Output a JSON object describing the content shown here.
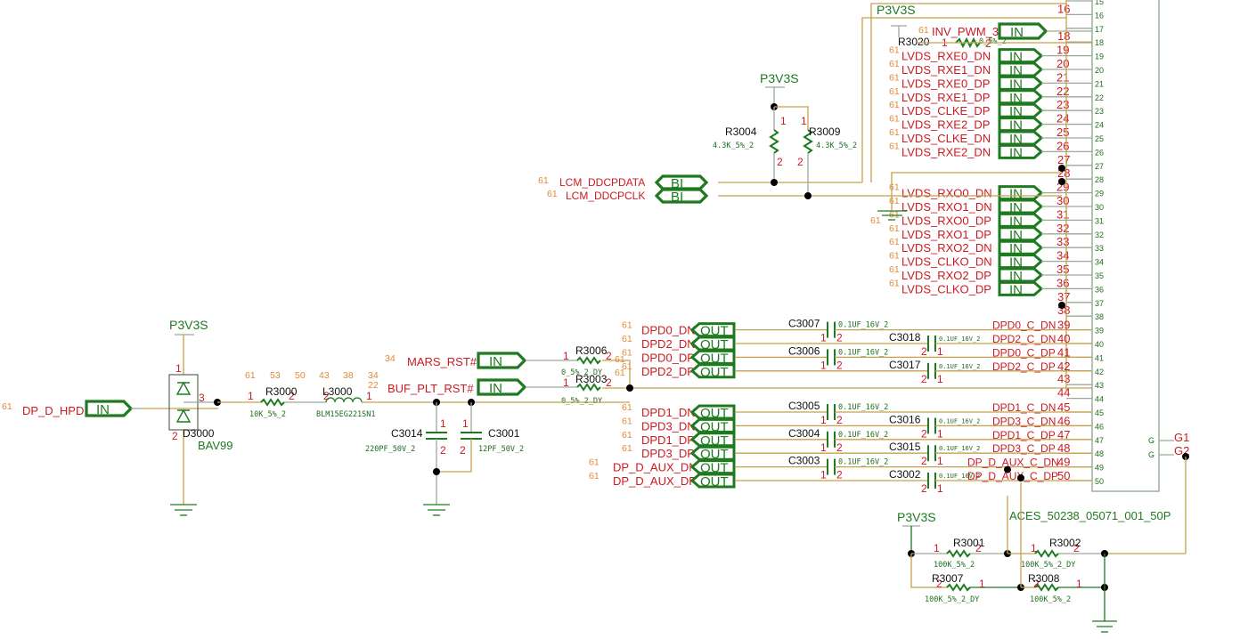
{
  "schematic": {
    "power_net": "P3V3S",
    "connector": {
      "ref": "ACES_50238_05071_001_50P",
      "pins_visible": [
        "15",
        "16",
        "17",
        "18",
        "19",
        "20",
        "21",
        "22",
        "23",
        "24",
        "25",
        "26",
        "27",
        "28",
        "29",
        "30",
        "31",
        "32",
        "33",
        "34",
        "35",
        "36",
        "37",
        "38",
        "39",
        "40",
        "41",
        "42",
        "43",
        "44",
        "45",
        "46",
        "47",
        "48",
        "49",
        "50"
      ],
      "ground_pins": [
        {
          "label": "G",
          "net": "G1"
        },
        {
          "label": "G",
          "net": "G2"
        }
      ]
    },
    "inv_pwm": {
      "sheet": "61",
      "net": "INV_PWM_3",
      "port": "IN",
      "pin": "17"
    },
    "r3020": {
      "ref": "R3020",
      "value": "0_5%_2",
      "pin1": "1",
      "pin2": "2"
    },
    "lvds_e": [
      {
        "sheet": "61",
        "net": "LVDS_RXE0_DN",
        "port": "IN",
        "pin": "19"
      },
      {
        "sheet": "61",
        "net": "LVDS_RXE1_DN",
        "port": "IN",
        "pin": "20"
      },
      {
        "sheet": "61",
        "net": "LVDS_RXE0_DP",
        "port": "IN",
        "pin": "21"
      },
      {
        "sheet": "61",
        "net": "LVDS_RXE1_DP",
        "port": "IN",
        "pin": "22"
      },
      {
        "sheet": "61",
        "net": "LVDS_CLKE_DP",
        "port": "IN",
        "pin": "23"
      },
      {
        "sheet": "61",
        "net": "LVDS_RXE2_DP",
        "port": "IN",
        "pin": "24"
      },
      {
        "sheet": "61",
        "net": "LVDS_CLKE_DN",
        "port": "IN",
        "pin": "25"
      },
      {
        "sheet": "61",
        "net": "LVDS_RXE2_DN",
        "port": "IN",
        "pin": "26"
      }
    ],
    "lvds_o": [
      {
        "sheet": "61",
        "net": "LVDS_RXO0_DN",
        "port": "IN",
        "pin": "29"
      },
      {
        "sheet": "61",
        "net": "LVDS_RXO1_DN",
        "port": "IN",
        "pin": "30"
      },
      {
        "sheet": "61",
        "net": "LVDS_RXO0_DP",
        "port": "IN",
        "pin": "31"
      },
      {
        "sheet": "61",
        "net": "LVDS_RXO1_DP",
        "port": "IN",
        "pin": "32"
      },
      {
        "sheet": "61",
        "net": "LVDS_RXO2_DN",
        "port": "IN",
        "pin": "33"
      },
      {
        "sheet": "61",
        "net": "LVDS_CLKO_DN",
        "port": "IN",
        "pin": "34"
      },
      {
        "sheet": "61",
        "net": "LVDS_RXO2_DP",
        "port": "IN",
        "pin": "35"
      },
      {
        "sheet": "61",
        "net": "LVDS_CLKO_DP",
        "port": "IN",
        "pin": "36"
      }
    ],
    "misc_pins": {
      "p16": "16",
      "p18": "18",
      "p27": "27",
      "p28": "28",
      "p37": "37",
      "p38": "38",
      "p43": "43",
      "p44": "44"
    },
    "ddc": {
      "data": {
        "sheet": "61",
        "net": "LCM_DDCPDATA",
        "port": "BI"
      },
      "clk": {
        "sheet": "61",
        "net": "LCM_DDCPCLK",
        "port": "BI"
      },
      "r3004": {
        "ref": "R3004",
        "value": "4.3K_5%_2",
        "pin1": "1",
        "pin2": "2"
      },
      "r3009": {
        "ref": "R3009",
        "value": "4.3K_5%_2",
        "pin1": "1",
        "pin2": "2"
      }
    },
    "dp_lanes": [
      {
        "sheet": "61",
        "net": "DPD0_DN",
        "port": "OUT",
        "cap": "C3007",
        "cap_val": "0.1UF_16V_2",
        "cpin_l": "1",
        "cpin_r": "2",
        "cnet": "DPD0_C_DN",
        "pin": "39"
      },
      {
        "sheet": "61",
        "net": "DPD2_DN",
        "port": "OUT",
        "cap": "C3018",
        "cap_val": "0.1UF_16V_2",
        "cpin_l": "2",
        "cpin_r": "1",
        "cnet": "DPD2_C_DN",
        "pin": "40"
      },
      {
        "sheet": "61",
        "net": "DPD0_DP",
        "port": "OUT",
        "cap": "C3006",
        "cap_val": "0.1UF_16V_2",
        "cpin_l": "1",
        "cpin_r": "2",
        "cnet": "DPD0_C_DP",
        "pin": "41"
      },
      {
        "sheet": "61",
        "net": "DPD2_DP",
        "port": "OUT",
        "cap": "C3017",
        "cap_val": "0.1UF_16V_2",
        "cpin_l": "2",
        "cpin_r": "1",
        "cnet": "DPD2_C_DP",
        "pin": "42"
      },
      {
        "sheet": "61",
        "net": "DPD1_DN",
        "port": "OUT",
        "cap": "C3005",
        "cap_val": "0.1UF_16V_2",
        "cpin_l": "1",
        "cpin_r": "2",
        "cnet": "DPD1_C_DN",
        "pin": "45"
      },
      {
        "sheet": "61",
        "net": "DPD3_DN",
        "port": "OUT",
        "cap": "C3016",
        "cap_val": "0.1UF_16V_2",
        "cpin_l": "2",
        "cpin_r": "1",
        "cnet": "DPD3_C_DN",
        "pin": "46"
      },
      {
        "sheet": "61",
        "net": "DPD1_DP",
        "port": "OUT",
        "cap": "C3004",
        "cap_val": "0.1UF_16V_2",
        "cpin_l": "1",
        "cpin_r": "2",
        "cnet": "DPD1_C_DP",
        "pin": "47"
      },
      {
        "sheet": "61",
        "net": "DPD3_DP",
        "port": "OUT",
        "cap": "C3015",
        "cap_val": "0.1UF_16V_2",
        "cpin_l": "2",
        "cpin_r": "1",
        "cnet": "DPD3_C_DP",
        "pin": "48"
      },
      {
        "sheet": "61",
        "net": "DP_D_AUX_DN",
        "port": "OUT",
        "cap": "C3003",
        "cap_val": "0.1UF_16V_2",
        "cpin_l": "1",
        "cpin_r": "2",
        "cnet": "DP_D_AUX_C_DN",
        "pin": "49"
      },
      {
        "sheet": "61",
        "net": "DP_D_AUX_DP",
        "port": "OUT",
        "cap": "C3002",
        "cap_val": "0.1UF_16V_2",
        "cpin_l": "2",
        "cpin_r": "1",
        "cnet": "DP_D_AUX_C_DP",
        "pin": "50"
      }
    ],
    "reset": {
      "mars": {
        "sheet": "34",
        "net": "MARS_RST#",
        "port": "IN"
      },
      "buf": {
        "sheet": "34",
        "sheet2": "22",
        "net": "BUF_PLT_RST#",
        "port": "IN"
      },
      "r3006": {
        "ref": "R3006",
        "value": "0_5%_2_DY",
        "pin1": "1",
        "pin2": "2",
        "xref": "61"
      },
      "r3003": {
        "ref": "R3003",
        "value": "0_5%_2_DY",
        "pin1": "1",
        "pin2": "2",
        "xref": "61"
      },
      "xref_mid": "61"
    },
    "hpd": {
      "sheet": "61",
      "net": "DP_D_HPD",
      "port": "IN",
      "diode": {
        "ref": "D3000",
        "part": "BAV99",
        "pin1": "1",
        "pin2": "2",
        "pin3": "3"
      },
      "r3000": {
        "ref": "R3000",
        "value": "10K_5%_2",
        "pin1": "1",
        "pin2": "2"
      },
      "l3000": {
        "ref": "L3000",
        "value": "BLM15EG221SN1",
        "pin1": "1",
        "pin2": "2"
      },
      "sheet_refs": [
        "61",
        "53",
        "50",
        "43",
        "38",
        "34"
      ],
      "c3014": {
        "ref": "C3014",
        "value": "220PF_50V_2",
        "pin1": "1",
        "pin2": "2"
      },
      "c3001": {
        "ref": "C3001",
        "value": "12PF_50V_2",
        "pin1": "1",
        "pin2": "2"
      }
    },
    "aux_bias": {
      "r3001": {
        "ref": "R3001",
        "value": "100K_5%_2",
        "pin1": "1",
        "pin2": "2"
      },
      "r3002": {
        "ref": "R3002",
        "value": "100K_5%_2_DY",
        "pin1": "1",
        "pin2": "2"
      },
      "r3007": {
        "ref": "R3007",
        "value": "100K_5%_2_DY",
        "pin1": "2",
        "pin2": "1"
      },
      "r3008": {
        "ref": "R3008",
        "value": "100K_5%_2",
        "pin1": "2",
        "pin2": "1"
      }
    }
  }
}
